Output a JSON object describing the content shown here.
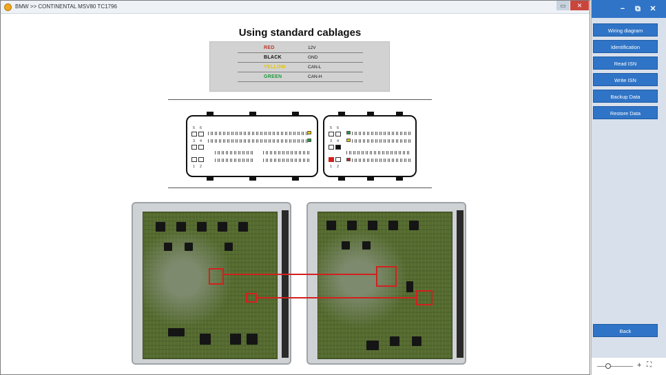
{
  "window": {
    "title": "BMW >> CONTINENTAL MSV80 TC1796",
    "controls": {
      "minimize": "▭",
      "close": "✕"
    }
  },
  "document": {
    "title": "Using  standard cablages",
    "cables": [
      {
        "color_name": "RED",
        "signal": "12V",
        "color": "#c0392b"
      },
      {
        "color_name": "BLACK",
        "signal": "GND",
        "color": "#111111"
      },
      {
        "color_name": "YELLOW",
        "signal": "CAN-L",
        "color": "#e4c400"
      },
      {
        "color_name": "GREEN",
        "signal": "CAN-H",
        "color": "#1e9a3a"
      }
    ],
    "connector_a": {
      "pin_labels": [
        "5",
        "6",
        "1",
        "2",
        "3",
        "4"
      ]
    },
    "connector_b": {
      "pin_labels": [
        "5",
        "6",
        "1",
        "2",
        "3",
        "4"
      ]
    }
  },
  "side_panel": {
    "header_buttons": [
      "−",
      "⧉",
      "✕"
    ],
    "menu": [
      {
        "label": "Wiring diagram"
      },
      {
        "label": "Identification"
      },
      {
        "label": "Read  ISN"
      },
      {
        "label": "Write  ISN"
      },
      {
        "label": "Backup Data"
      },
      {
        "label": "Restore Data"
      }
    ],
    "back_label": "Back",
    "zoom": {
      "plus": "+",
      "fit": "⛶"
    }
  },
  "colors": {
    "accent": "#2f74c6",
    "panel_bg": "#d8e0ec",
    "marker": "#d3201f"
  }
}
